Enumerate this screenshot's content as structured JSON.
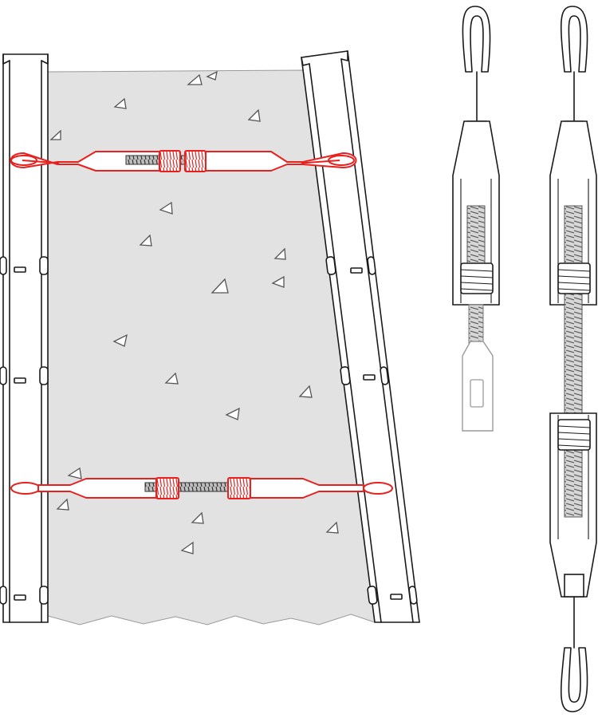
{
  "colors": {
    "tie_highlight": "#e8201e",
    "concrete": "#e2e2e2",
    "ink": "#1a1a1a",
    "thread": "#b9b9b9",
    "ghost": "#9a9a9a"
  },
  "illustration": {
    "formwork_panels": 2,
    "tensioners_installed": 2,
    "detail_views": [
      "tensioner-short",
      "tensioner-extended"
    ]
  }
}
